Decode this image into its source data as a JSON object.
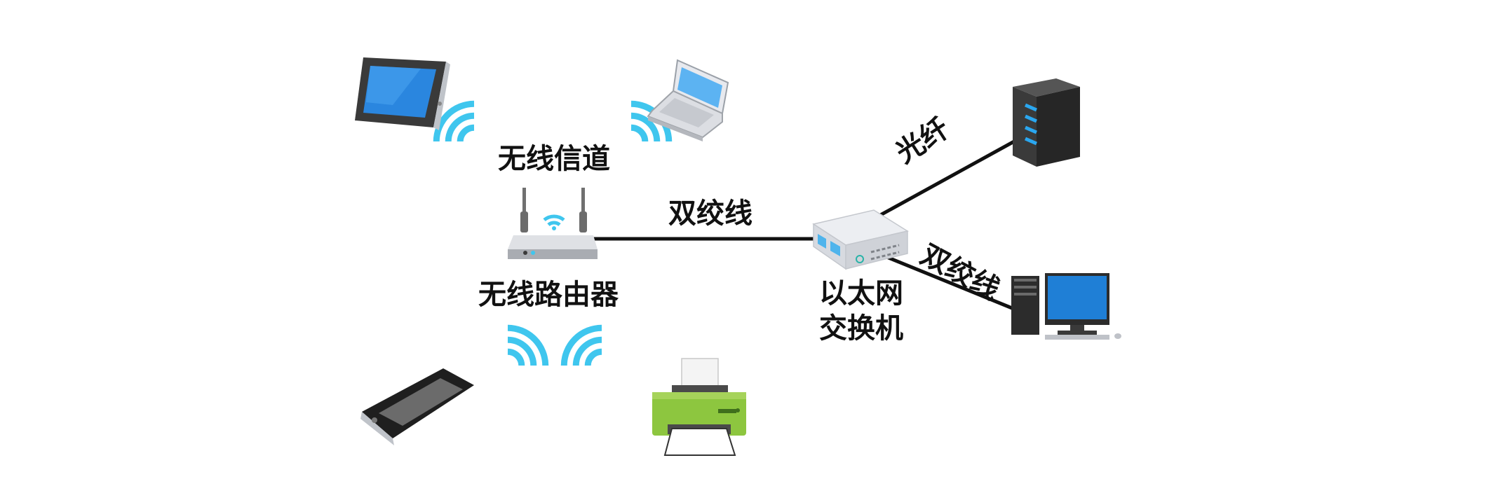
{
  "labels": {
    "wireless_channel": "无线信道",
    "wireless_router": "无线路由器",
    "twisted_pair_1": "双绞线",
    "twisted_pair_2": "双绞线",
    "fiber": "光纤",
    "ethernet_switch_line1": "以太网",
    "ethernet_switch_line2": "交换机"
  },
  "colors": {
    "wifi": "#3fc6ee",
    "line": "#111111",
    "screen": "#1e7fd6",
    "printer": "#8dc63f",
    "server": "#2d2d2d",
    "server_light": "#2aa7f0",
    "device_light": "#e3e4ea"
  }
}
